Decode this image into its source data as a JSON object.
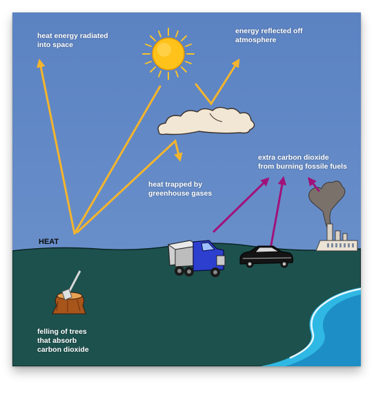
{
  "labels": {
    "heat_radiated": "heat energy radiated\ninto space",
    "energy_reflected": "energy reflected off\natmosphere",
    "heat_trapped": "heat trapped by\ngreenhouse gases",
    "extra_co2": "extra carbon dioxide\nfrom burning fossile fuels",
    "heat": "HEAT",
    "felling": "felling of trees\nthat absorb\ncarbon dioxide"
  },
  "colors": {
    "sky": "#5e86c4",
    "ground": "#1d514e",
    "sun": "#ffc21a",
    "heat_arrow": "#f5b52c",
    "co2_arrow": "#a0127a",
    "sea": "#27b6df"
  },
  "icons": [
    "sun-icon",
    "cloud-icon",
    "truck-icon",
    "car-icon",
    "factory-icon",
    "tree-stump-icon",
    "axe-icon"
  ]
}
